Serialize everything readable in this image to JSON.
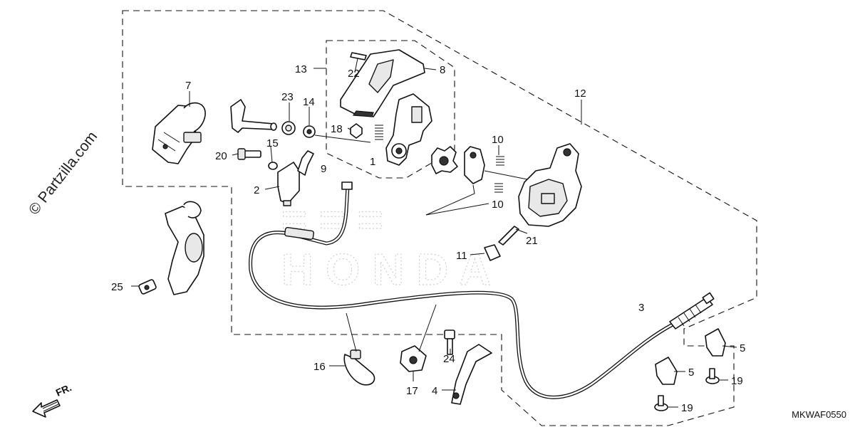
{
  "diagram_code": "MKWAF0550",
  "watermark": "© Partzilla.com",
  "direction_label": "FR.",
  "callouts": {
    "c1": "1",
    "c2": "2",
    "c3": "3",
    "c4": "4",
    "c5a": "5",
    "c5b": "5",
    "c7": "7",
    "c8": "8",
    "c9": "9",
    "c10a": "10",
    "c10b": "10",
    "c11": "11",
    "c12": "12",
    "c13": "13",
    "c14": "14",
    "c15": "15",
    "c16": "16",
    "c17": "17",
    "c18": "18",
    "c19a": "19",
    "c19b": "19",
    "c20": "20",
    "c21": "21",
    "c22": "22",
    "c23": "23",
    "c24": "24",
    "c25": "25"
  }
}
